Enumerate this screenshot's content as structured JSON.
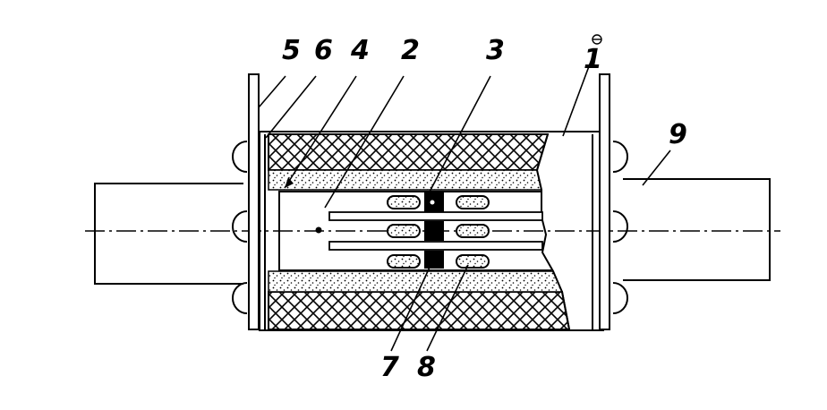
{
  "diagram": {
    "labels": {
      "l1": "1",
      "l2": "2",
      "l3": "3",
      "l4": "4",
      "l5": "5",
      "l6": "6",
      "l7": "7",
      "l8": "8",
      "l9": "9"
    },
    "colors": {
      "ink": "#000000",
      "background": "#ffffff"
    }
  }
}
